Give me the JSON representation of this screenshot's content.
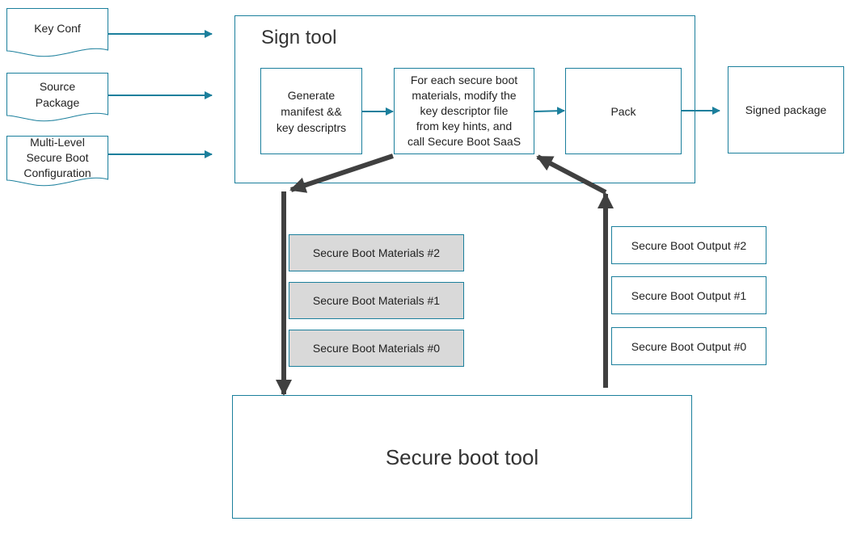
{
  "inputs": {
    "key_conf": "Key Conf",
    "source_package": "Source\nPackage",
    "multi_level": "Multi-Level\nSecure Boot\nConfiguration"
  },
  "sign_tool": {
    "title": "Sign tool",
    "generate": "Generate\nmanifest &&\nkey descriptrs",
    "for_each": "For each secure boot\nmaterials, modify the\nkey descriptor file\nfrom key hints, and\ncall Secure Boot SaaS",
    "pack": "Pack"
  },
  "signed_package": "Signed package",
  "materials": [
    "Secure Boot Materials #2",
    "Secure Boot Materials #1",
    "Secure Boot Materials #0"
  ],
  "outputs": [
    "Secure Boot Output #2",
    "Secure Boot Output #1",
    "Secure Boot Output #0"
  ],
  "secure_boot_tool": "Secure boot tool",
  "colors": {
    "line": "#1b7f9c",
    "big_arrow": "#404040",
    "material_fill": "#d9d9d9"
  }
}
